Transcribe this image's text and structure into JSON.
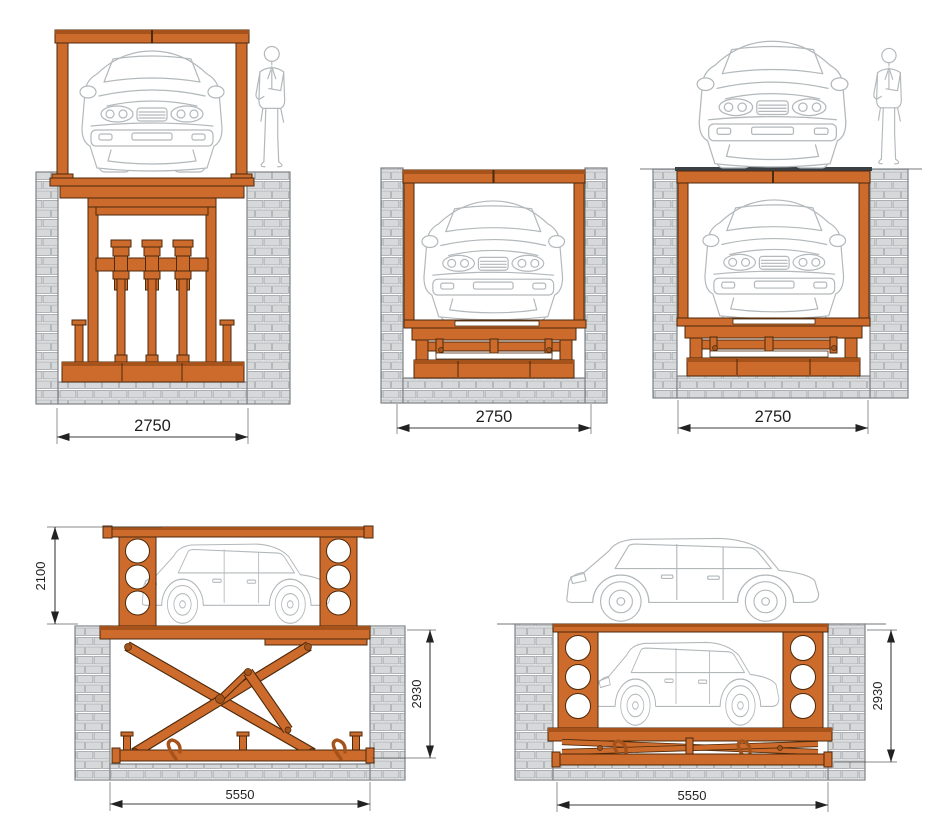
{
  "colors": {
    "orange": "#CC6B2B",
    "orange_dark": "#A5531A",
    "outline": "#4C2A0C",
    "brick": "#D6D8D9",
    "brick_line": "#A2A7AA",
    "wall_line": "#7F8488",
    "sketch": "#B3B8BB",
    "dim_line": "#3C3C3C",
    "dim_text": "#1F1F1F"
  },
  "panels": {
    "front_raised": {
      "width_label": "2750"
    },
    "front_lowered": {
      "width_label": "2750"
    },
    "front_parked": {
      "width_label": "2750"
    },
    "side_raised": {
      "height_above_label": "2100",
      "pit_depth_label": "2930",
      "pit_length_label": "5550"
    },
    "side_lowered": {
      "pit_depth_label": "2930",
      "pit_length_label": "5550"
    }
  }
}
